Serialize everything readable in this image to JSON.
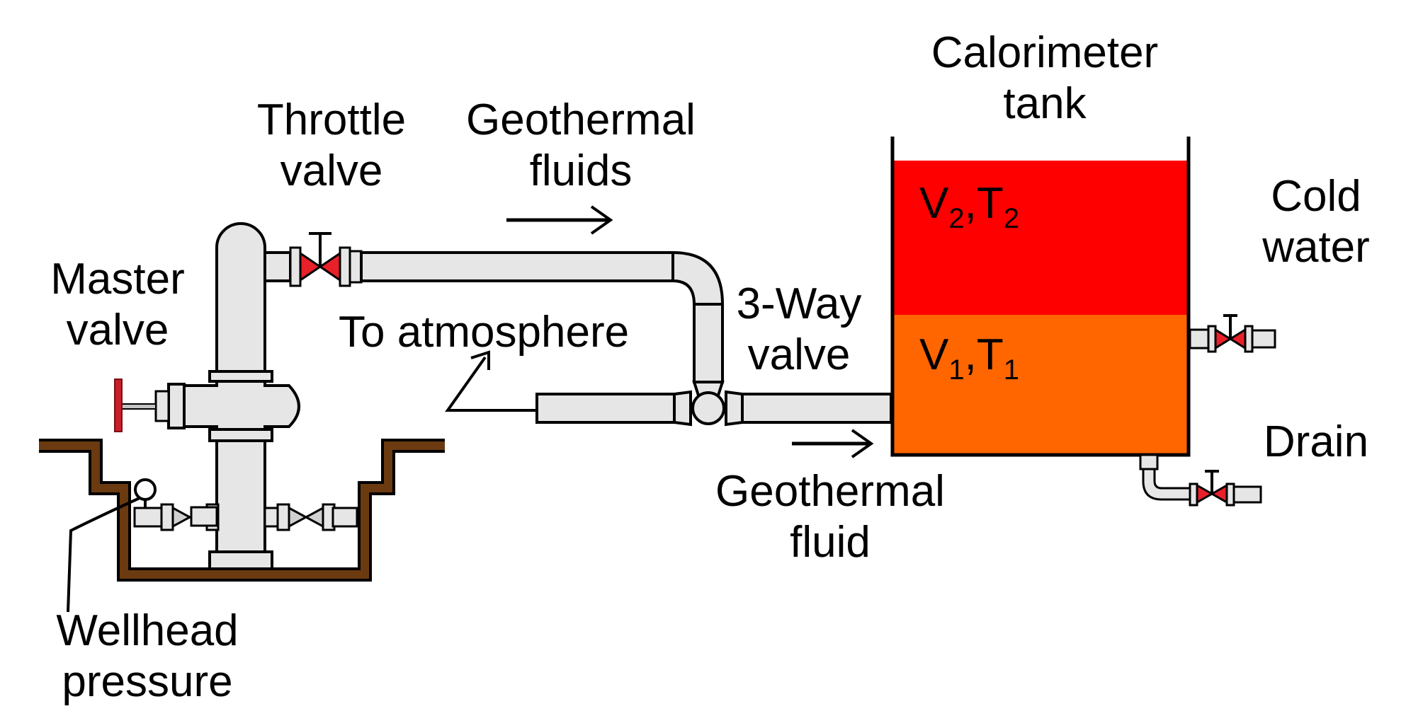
{
  "labels": {
    "throttle_line1": "Throttle",
    "throttle_line2": "valve",
    "geo_fluids_line1": "Geothermal",
    "geo_fluids_line2": "fluids",
    "calorimeter_line1": "Calorimeter",
    "calorimeter_line2": "tank",
    "master_line1": "Master",
    "master_line2": "valve",
    "to_atmosphere": "To atmosphere",
    "three_way_line1": "3-Way",
    "three_way_line2": "valve",
    "cold_line1": "Cold",
    "cold_line2": "water",
    "drain": "Drain",
    "geo_fluid_line1": "Geothermal",
    "geo_fluid_line2": "fluid",
    "wellhead_line1": "Wellhead",
    "wellhead_line2": "pressure"
  },
  "tank": {
    "upper": {
      "var": "V",
      "sub1": "2",
      "sep": ",T",
      "sub2": "2"
    },
    "lower": {
      "var": "V",
      "sub1": "1",
      "sep": ",T",
      "sub2": "1"
    }
  },
  "colors": {
    "hot_layer": "#ff0000",
    "warm_layer": "#ff6600",
    "ground": "#6b3a10",
    "pipe_fill": "#e6e6e6",
    "valve_red": "#e8202a"
  },
  "icons": [
    "valve-icon",
    "arrow-icon",
    "pressure-gauge-icon",
    "handwheel-icon"
  ]
}
